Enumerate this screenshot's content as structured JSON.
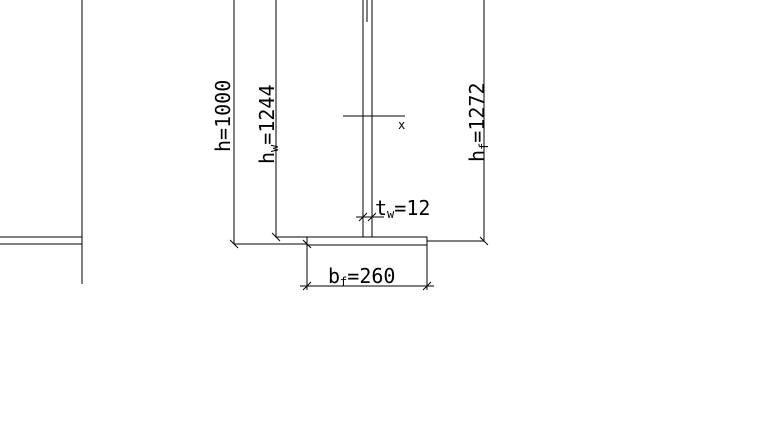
{
  "labels": {
    "h": {
      "base": "h",
      "sub": "",
      "value": "=1000"
    },
    "hw": {
      "base": "h",
      "sub": "w",
      "value": "=1244"
    },
    "hf": {
      "base": "h",
      "sub": "f",
      "value": "=1272"
    },
    "tw": {
      "base": "t",
      "sub": "w",
      "value": "=12"
    },
    "bf": {
      "base": "b",
      "sub": "f",
      "value": "=260"
    },
    "axis": "x"
  }
}
